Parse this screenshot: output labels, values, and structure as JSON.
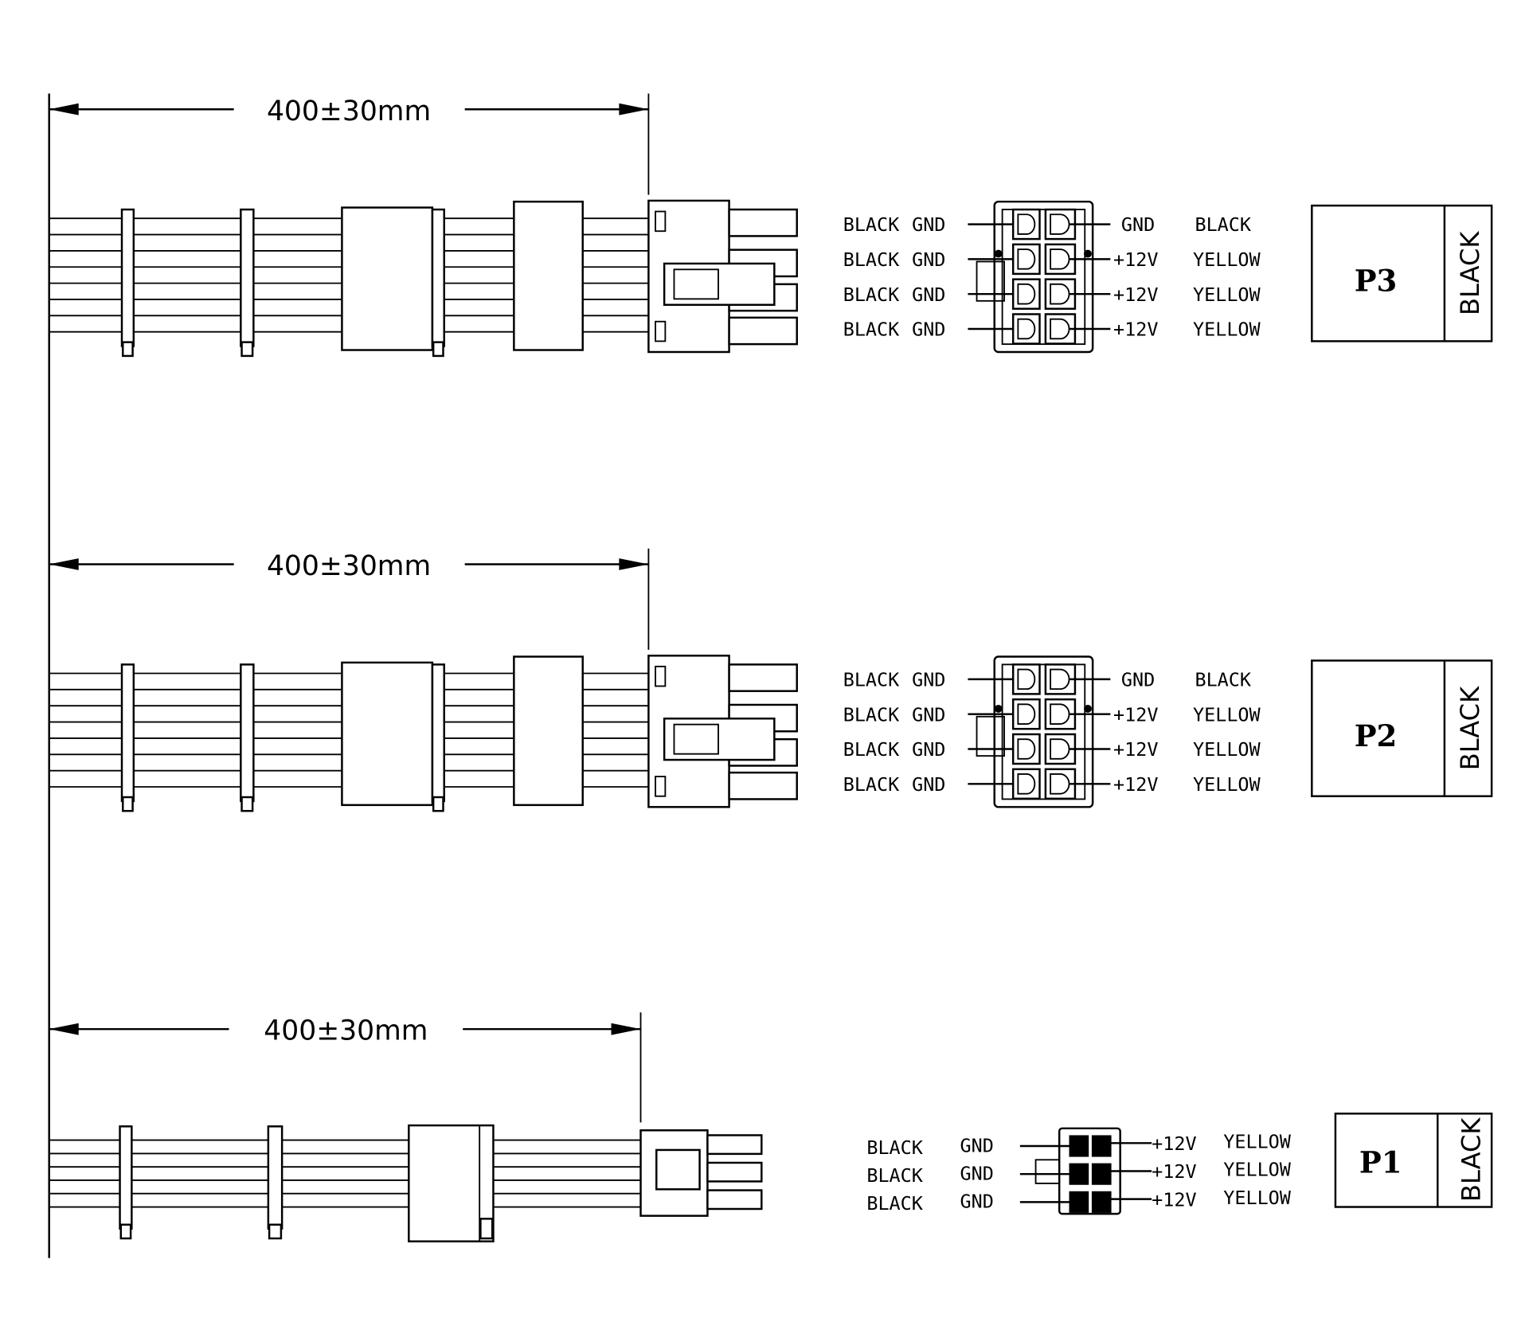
{
  "assemblies": [
    {
      "id": "P3",
      "dimension": "400±30mm",
      "housing_color": "BLACK",
      "pins": [
        {
          "left_color": "BLACK",
          "left_signal": "GND",
          "right_signal": "GND",
          "right_color": "BLACK"
        },
        {
          "left_color": "BLACK",
          "left_signal": "GND",
          "right_signal": "+12V",
          "right_color": "YELLOW"
        },
        {
          "left_color": "BLACK",
          "left_signal": "GND",
          "right_signal": "+12V",
          "right_color": "YELLOW"
        },
        {
          "left_color": "BLACK",
          "left_signal": "GND",
          "right_signal": "+12V",
          "right_color": "YELLOW"
        }
      ]
    },
    {
      "id": "P2",
      "dimension": "400±30mm",
      "housing_color": "BLACK",
      "pins": [
        {
          "left_color": "BLACK",
          "left_signal": "GND",
          "right_signal": "GND",
          "right_color": "BLACK"
        },
        {
          "left_color": "BLACK",
          "left_signal": "GND",
          "right_signal": "+12V",
          "right_color": "YELLOW"
        },
        {
          "left_color": "BLACK",
          "left_signal": "GND",
          "right_signal": "+12V",
          "right_color": "YELLOW"
        },
        {
          "left_color": "BLACK",
          "left_signal": "GND",
          "right_signal": "+12V",
          "right_color": "YELLOW"
        }
      ]
    },
    {
      "id": "P1",
      "dimension": "400±30mm",
      "housing_color": "BLACK",
      "pins": [
        {
          "left_color": "BLACK",
          "left_signal": "GND",
          "right_signal": "+12V",
          "right_color": "YELLOW"
        },
        {
          "left_color": "BLACK",
          "left_signal": "GND",
          "right_signal": "+12V",
          "right_color": "YELLOW"
        },
        {
          "left_color": "BLACK",
          "left_signal": "GND",
          "right_signal": "+12V",
          "right_color": "YELLOW"
        }
      ]
    }
  ]
}
